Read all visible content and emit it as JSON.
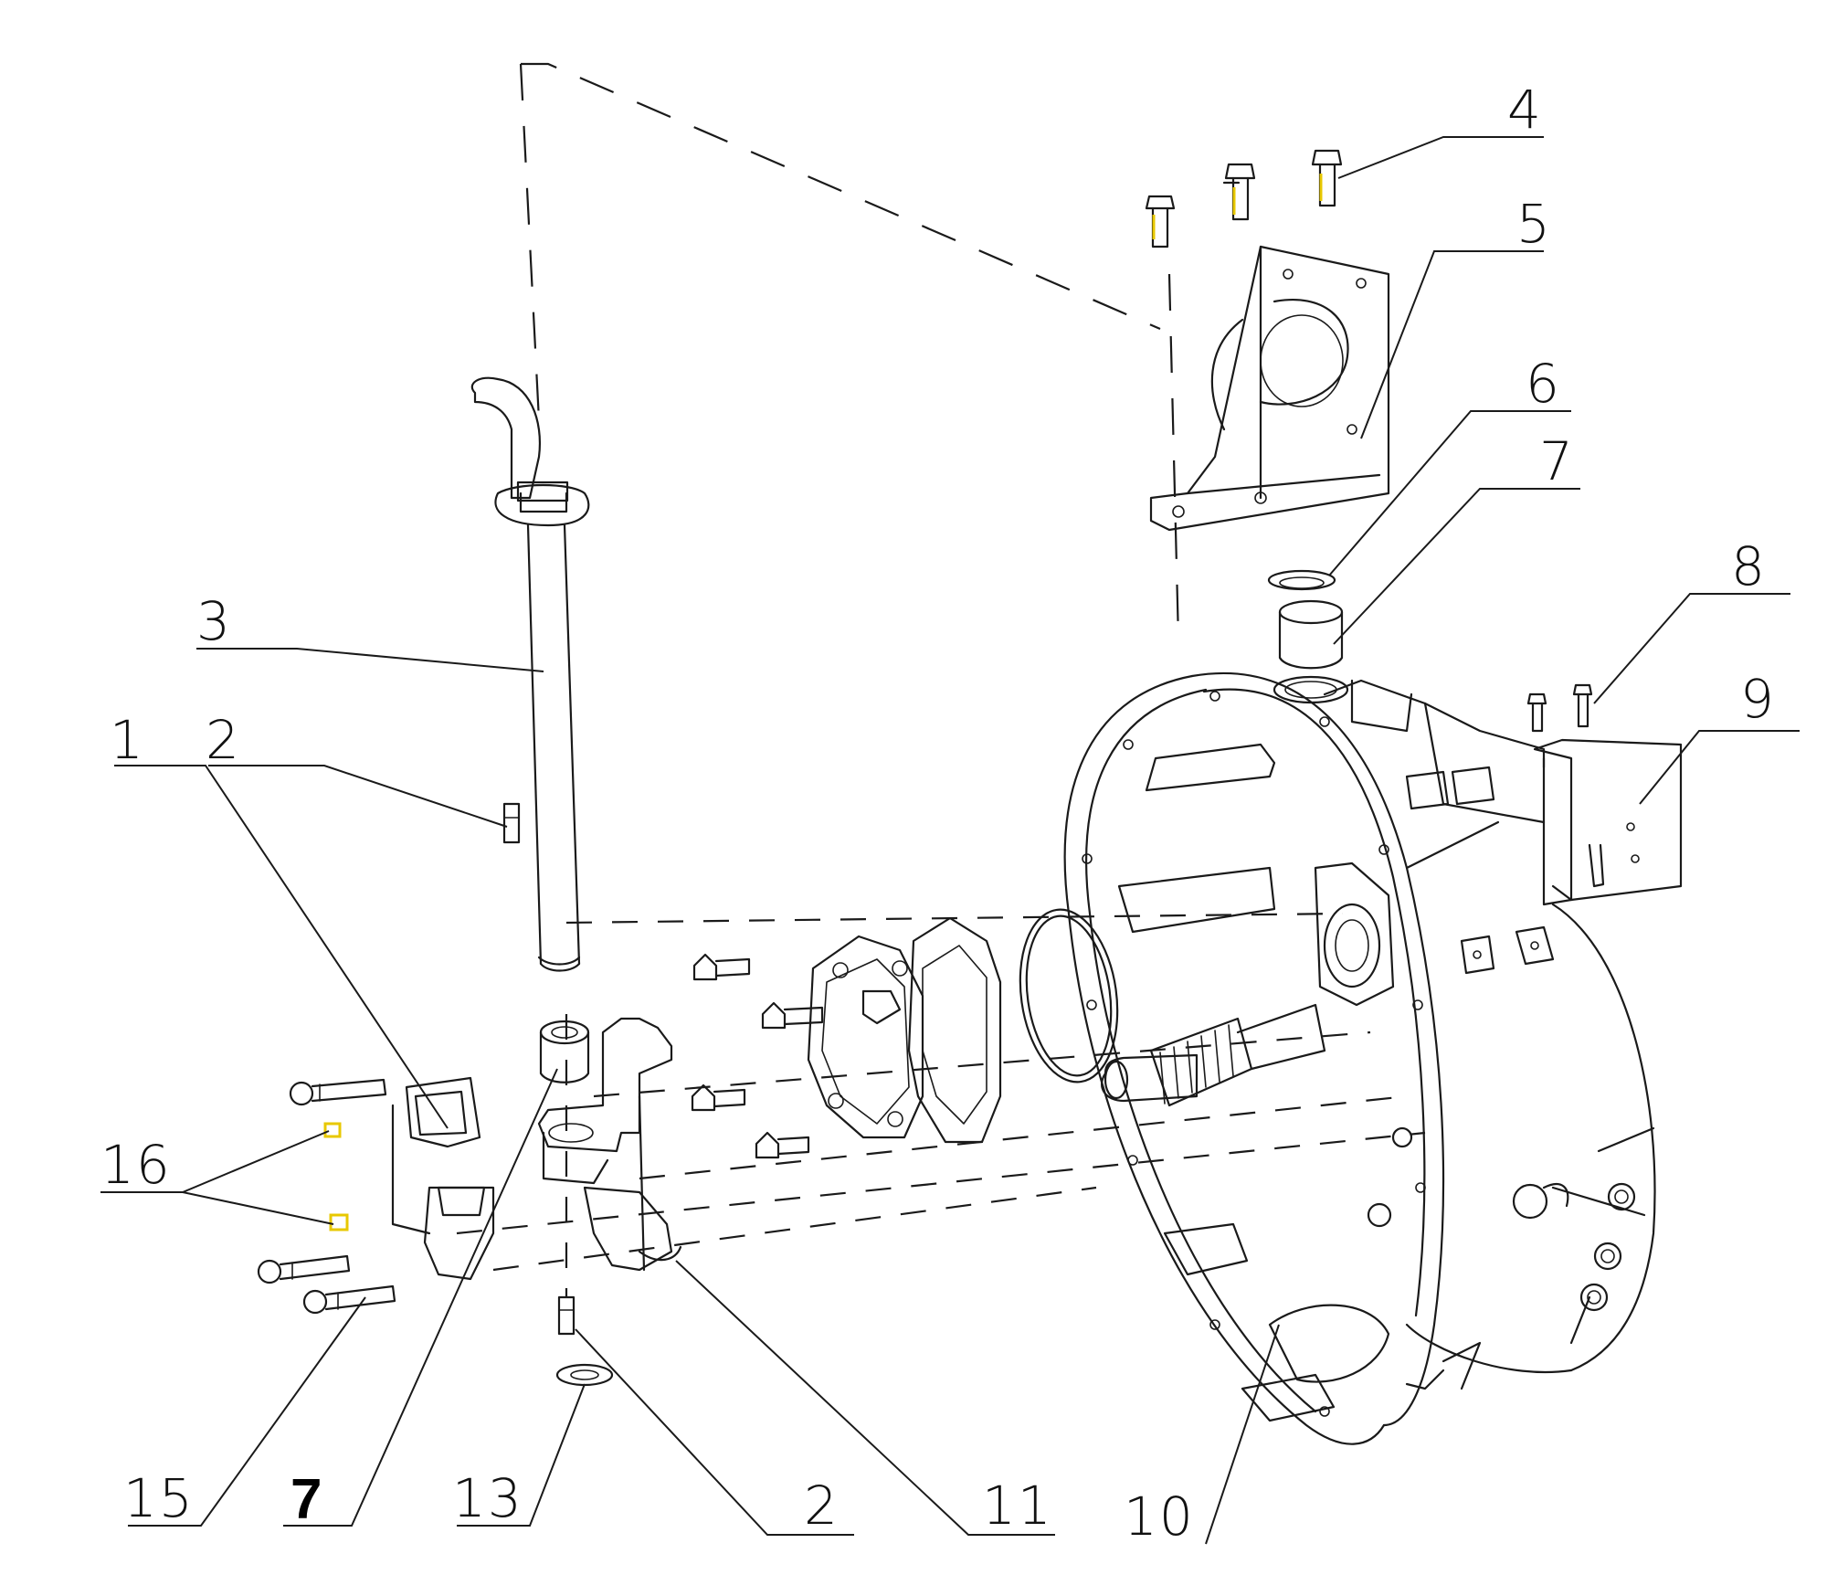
{
  "callouts": {
    "c1": "1",
    "c2a": "2",
    "c2b": "2",
    "c3": "3",
    "c4": "4",
    "c5": "5",
    "c6": "6",
    "c7a": "7",
    "c7b": "7",
    "c8": "8",
    "c9": "9",
    "c10": "10",
    "c11": "11",
    "c13": "13",
    "c15": "15",
    "c16": "16"
  },
  "colors": {
    "line": "#1a1a1a",
    "background": "#ffffff",
    "highlight": "#e8c800"
  }
}
